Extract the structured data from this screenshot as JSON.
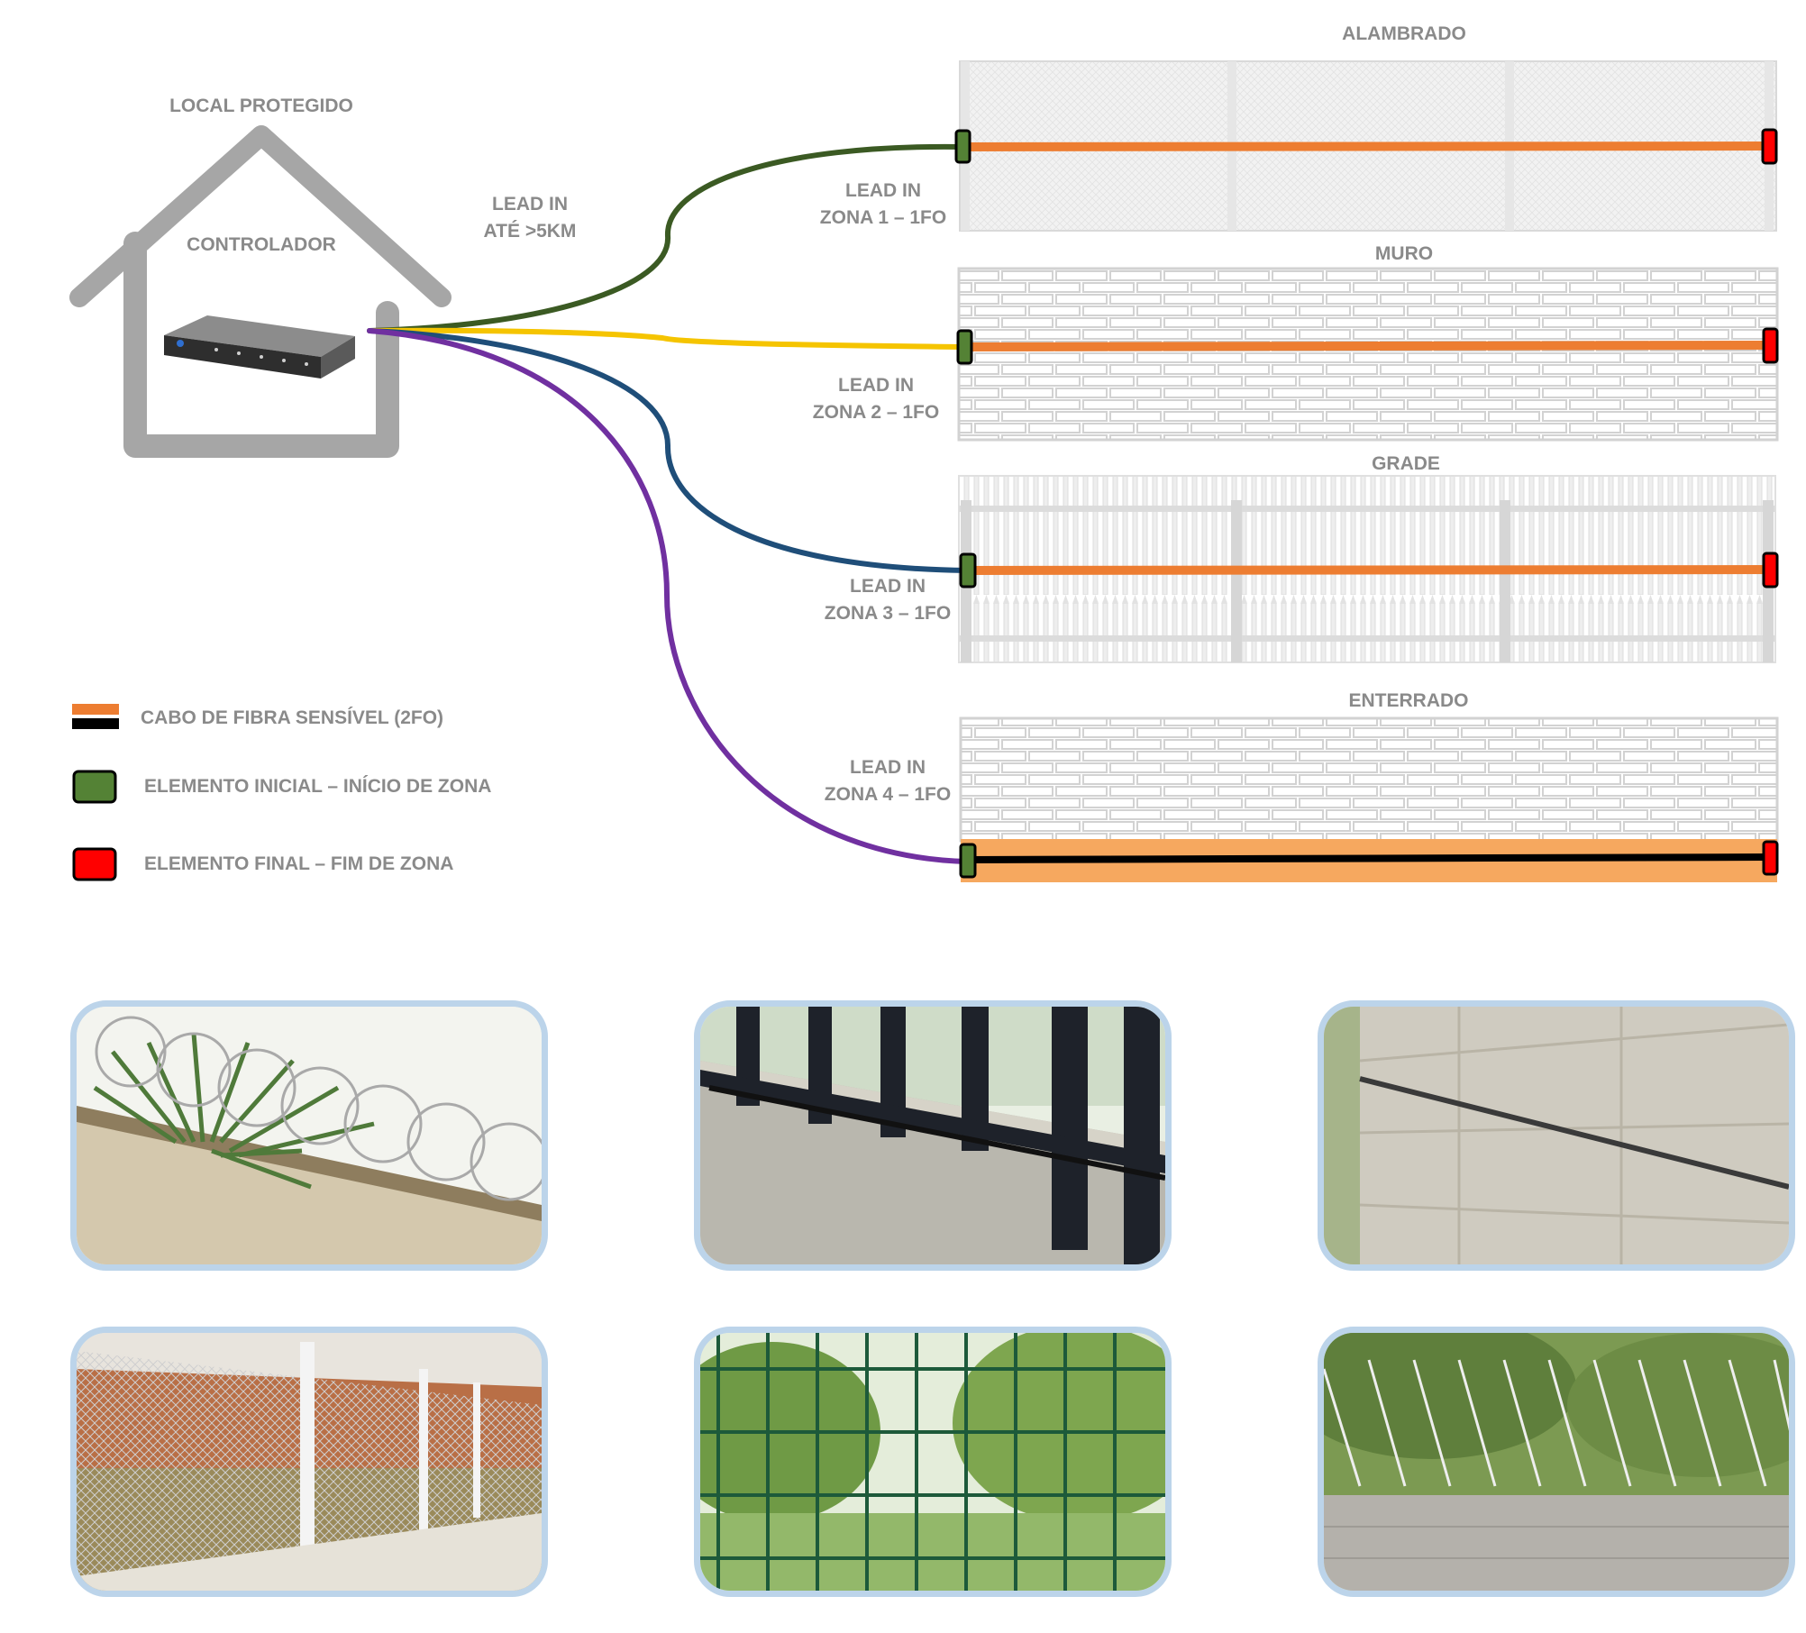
{
  "house": {
    "title": "LOCAL PROTEGIDO",
    "controller_label": "CONTROLADOR"
  },
  "lead_in_main": {
    "line1": "LEAD IN",
    "line2": "ATÉ >5KM"
  },
  "zones": [
    {
      "barrier_label": "ALAMBRADO",
      "lead_line1": "LEAD IN",
      "lead_line2": "ZONA 1 – 1FO",
      "lead_color": "#3b5a23"
    },
    {
      "barrier_label": "MURO",
      "lead_line1": "LEAD IN",
      "lead_line2": "ZONA 2 – 1FO",
      "lead_color": "#f5c400"
    },
    {
      "barrier_label": "GRADE",
      "lead_line1": "LEAD IN",
      "lead_line2": "ZONA 3 – 1FO",
      "lead_color": "#1f4e79"
    },
    {
      "barrier_label": "ENTERRADO",
      "lead_line1": "LEAD IN",
      "lead_line2": "ZONA 4 – 1FO",
      "lead_color": "#7030a0"
    }
  ],
  "legend": [
    {
      "text": "CABO DE FIBRA SENSÍVEL (2FO)",
      "icon": "fiber-cable-icon"
    },
    {
      "text": "ELEMENTO INICIAL – INÍCIO DE ZONA",
      "icon": "start-element-icon"
    },
    {
      "text": "ELEMENTO FINAL – FIM DE ZONA",
      "icon": "end-element-icon"
    }
  ],
  "colors": {
    "label_gray": "#8a8a8a",
    "house_gray": "#a6a6a6",
    "sensing_fiber": "#ed7d31",
    "start_element": "#548235",
    "end_element": "#ff0000",
    "photo_border": "#bcd4ea",
    "buried_band": "#f6a85f"
  },
  "photos": [
    {
      "subject": "razor-wire-on-wall"
    },
    {
      "subject": "cable-on-wall-fence"
    },
    {
      "subject": "cable-on-block-wall"
    },
    {
      "subject": "chain-link-fence"
    },
    {
      "subject": "welded-mesh-fence"
    },
    {
      "subject": "concertina-on-low-wall"
    }
  ]
}
